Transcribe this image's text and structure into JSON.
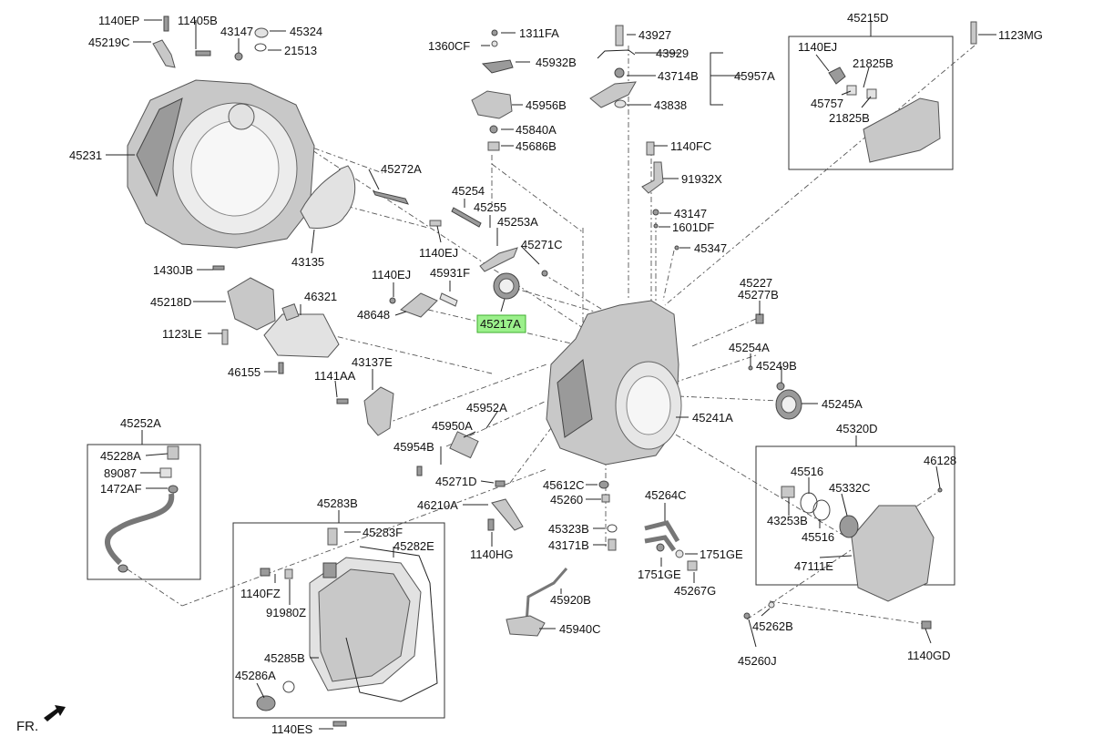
{
  "labels": {
    "l_1140EP_1": "1140EP",
    "l_11405B": "11405B",
    "l_45219C": "45219C",
    "l_43147_1": "43147",
    "l_45324": "45324",
    "l_21513": "21513",
    "l_45231": "45231",
    "l_45272A": "45272A",
    "l_43135": "43135",
    "l_1140EJ_1": "1140EJ",
    "l_1430JB": "1430JB",
    "l_45218D": "45218D",
    "l_1123LE": "1123LE",
    "l_46321": "46321",
    "l_46155": "46155",
    "l_1141AA": "1141AA",
    "l_43137E": "43137E",
    "l_1311FA": "1311FA",
    "l_1360CF": "1360CF",
    "l_45932B": "45932B",
    "l_45956B": "45956B",
    "l_45840A": "45840A",
    "l_45686B": "45686B",
    "l_43927": "43927",
    "l_43929": "43929",
    "l_43714B": "43714B",
    "l_43838": "43838",
    "l_45957A": "45957A",
    "l_1140FC": "1140FC",
    "l_91932X": "91932X",
    "l_43147_2": "43147",
    "l_1601DF": "1601DF",
    "l_45347": "45347",
    "l_45254": "45254",
    "l_45255": "45255",
    "l_45253A": "45253A",
    "l_45271C": "45271C",
    "l_1140EJ_2": "1140EJ",
    "l_45931F": "45931F",
    "l_48648": "48648",
    "l_45217A": "45217A",
    "l_45215D": "45215D",
    "l_1140EJ_3": "1140EJ",
    "l_21825B_1": "21825B",
    "l_45757": "45757",
    "l_21825B_2": "21825B",
    "l_1123MG": "1123MG",
    "l_45227": "45227",
    "l_45277B": "45277B",
    "l_45254A": "45254A",
    "l_45249B": "45249B",
    "l_45245A": "45245A",
    "l_45241A": "45241A",
    "l_45952A": "45952A",
    "l_45950A": "45950A",
    "l_45954B": "45954B",
    "l_45271D": "45271D",
    "l_46210A": "46210A",
    "l_1140HG": "1140HG",
    "l_45612C": "45612C",
    "l_45260_1": "45260",
    "l_45323B": "45323B",
    "l_43171B": "43171B",
    "l_45264C": "45264C",
    "l_1751GE_1": "1751GE",
    "l_1751GE_2": "1751GE",
    "l_45267G": "45267G",
    "l_45920B": "45920B",
    "l_45940C": "45940C",
    "l_45252A": "45252A",
    "l_45228A": "45228A",
    "l_89087": "89087",
    "l_1472AF": "1472AF",
    "l_45283B": "45283B",
    "l_45283F": "45283F",
    "l_45282E": "45282E",
    "l_1140FZ": "1140FZ",
    "l_91980Z": "91980Z",
    "l_45285B": "45285B",
    "l_45286A": "45286A",
    "l_1140ES": "1140ES",
    "l_45320D": "45320D",
    "l_46128": "46128",
    "l_45516_1": "45516",
    "l_45332C": "45332C",
    "l_43253B": "43253B",
    "l_45516_2": "45516",
    "l_47111E": "47111E",
    "l_45262B": "45262B",
    "l_45260J": "45260J",
    "l_1140GD": "1140GD",
    "l_FR": "FR."
  },
  "highlight": {
    "part": "45217A",
    "color": "#9bf08b"
  }
}
